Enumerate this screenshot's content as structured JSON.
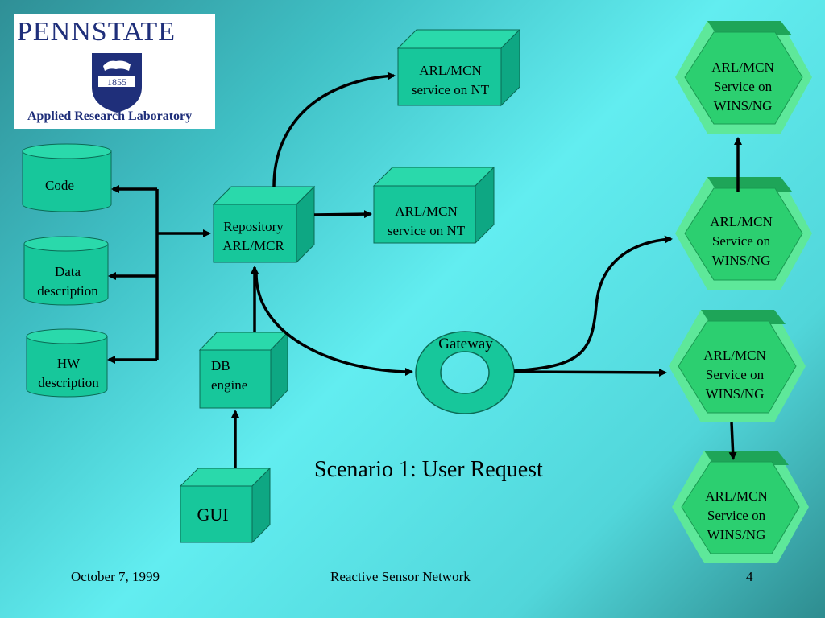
{
  "logo": {
    "title": "PENNSTATE",
    "year": "1855",
    "subtitle": "Applied Research Laboratory"
  },
  "nodes": {
    "code": "Code",
    "data_desc": [
      "Data",
      "description"
    ],
    "hw_desc": [
      "HW",
      "description"
    ],
    "repository": [
      "Repository",
      "ARL/MCR"
    ],
    "nt_top": [
      "ARL/MCN",
      "service on NT"
    ],
    "nt_mid": [
      "ARL/MCN",
      "service on NT"
    ],
    "db_engine": [
      "DB",
      "engine"
    ],
    "gui": "GUI",
    "gateway": "Gateway",
    "wins": [
      [
        "ARL/MCN",
        "Service on",
        "WINS/NG"
      ],
      [
        "ARL/MCN",
        "Service on",
        "WINS/NG"
      ],
      [
        "ARL/MCN",
        "Service on",
        "WINS/NG"
      ],
      [
        "ARL/MCN",
        "Service on",
        "WINS/NG"
      ]
    ]
  },
  "scenario_title": "Scenario 1: User Request",
  "footer": {
    "date": "October 7, 1999",
    "center": "Reactive Sensor Network",
    "page": "4"
  },
  "colors": {
    "box_front": "#17c79b",
    "box_top": "#2ad9ab",
    "box_side": "#0ea783",
    "hex_front": "#2ccf70",
    "hex_light": "#5ee89a",
    "hex_dark": "#1ea558"
  }
}
